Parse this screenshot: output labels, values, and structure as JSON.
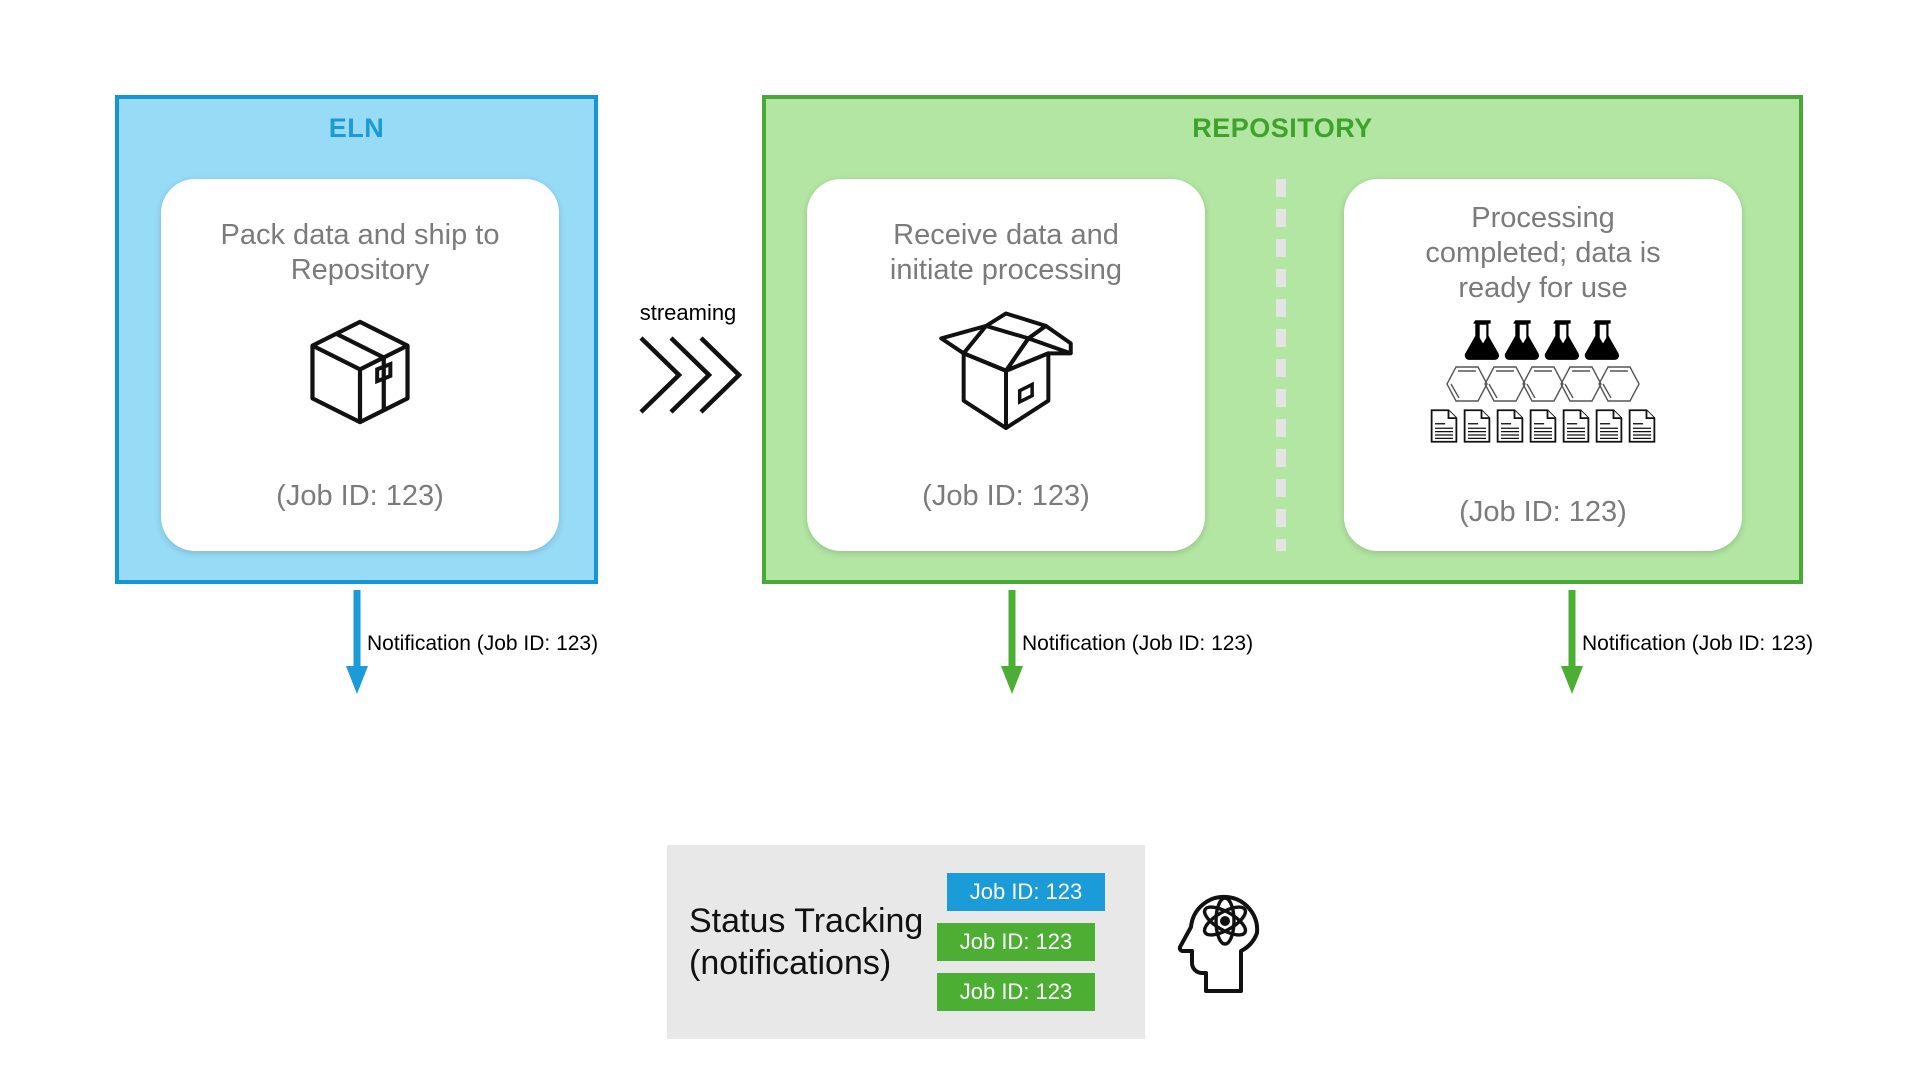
{
  "diagram": {
    "title_eln": "ELN",
    "title_repository": "REPOSITORY",
    "streaming_label": "streaming",
    "job_id": "123",
    "cards": {
      "pack": {
        "text": "Pack data and ship to\nRepository",
        "job_label": "(Job ID: 123)",
        "icon": "closed-box-icon"
      },
      "receive": {
        "text": "Receive data and\ninitiate processing",
        "job_label": "(Job ID: 123)",
        "icon": "open-box-icon"
      },
      "done": {
        "text": "Processing\ncompleted; data is\nready for use",
        "job_label": "(Job ID: 123)",
        "icons": {
          "flask_count": 4,
          "hexagon_count": 5,
          "document_count": 7
        }
      }
    },
    "notifications": [
      {
        "label": "Notification (Job ID: 123)",
        "color": "#1B9BD8"
      },
      {
        "label": "Notification (Job ID: 123)",
        "color": "#4CAF33"
      },
      {
        "label": "Notification (Job ID: 123)",
        "color": "#4CAF33"
      }
    ],
    "status_tracking": {
      "title": "Status Tracking\n(notifications)",
      "badges": [
        {
          "label": "Job ID: 123",
          "color": "#1B9BD8",
          "variant": "blue"
        },
        {
          "label": "Job ID: 123",
          "color": "#4CAF33",
          "variant": "green"
        },
        {
          "label": "Job ID: 123",
          "color": "#4CAF33",
          "variant": "green"
        }
      ],
      "icon": "head-with-atom-icon"
    },
    "colors": {
      "eln_fill": "#97DBF7",
      "eln_border": "#1496D2",
      "eln_title": "#1C9AD6",
      "repo_fill": "#B3E5A3",
      "repo_border": "#48A838",
      "repo_title": "#3EA32B",
      "card_fill": "#FFFFFF",
      "card_text": "#7B7B7B",
      "status_box": "#E8E8E8",
      "badge_blue": "#1B9BD8",
      "badge_green": "#4CAF33"
    }
  }
}
